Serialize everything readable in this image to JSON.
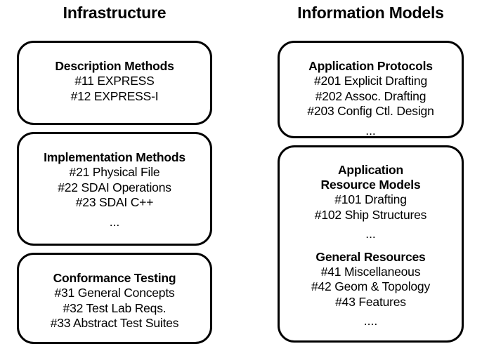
{
  "columns": [
    {
      "title": "Infrastructure",
      "boxes": [
        {
          "heading": [
            "Description Methods"
          ],
          "items": [
            "#11 EXPRESS",
            "#12 EXPRESS-I"
          ],
          "ellipsis": ""
        },
        {
          "heading": [
            "Implementation Methods"
          ],
          "items": [
            "#21 Physical File",
            "#22 SDAI Operations",
            "#23 SDAI C++"
          ],
          "ellipsis": "..."
        },
        {
          "heading": [
            "Conformance Testing"
          ],
          "items": [
            "#31 General Concepts",
            "#32 Test Lab Reqs.",
            "#33 Abstract Test Suites"
          ],
          "ellipsis": "..."
        }
      ]
    },
    {
      "title": "Information Models",
      "boxes": [
        {
          "heading": [
            "Application Protocols"
          ],
          "items": [
            "#201 Explicit Drafting",
            "#202 Assoc. Drafting",
            "#203 Config Ctl. Design"
          ],
          "ellipsis": "..."
        },
        {
          "heading": [
            "Application",
            "Resource Models"
          ],
          "items": [
            "#101 Drafting",
            "#102 Ship Structures"
          ],
          "ellipsis": "...",
          "section2": {
            "heading": [
              "General Resources"
            ],
            "items": [
              "#41 Miscellaneous",
              "#42 Geom & Topology",
              "#43 Features"
            ],
            "ellipsis": "...."
          }
        }
      ]
    }
  ],
  "colors": {
    "background": "#ffffff",
    "stroke": "#000000",
    "text": "#000000"
  }
}
